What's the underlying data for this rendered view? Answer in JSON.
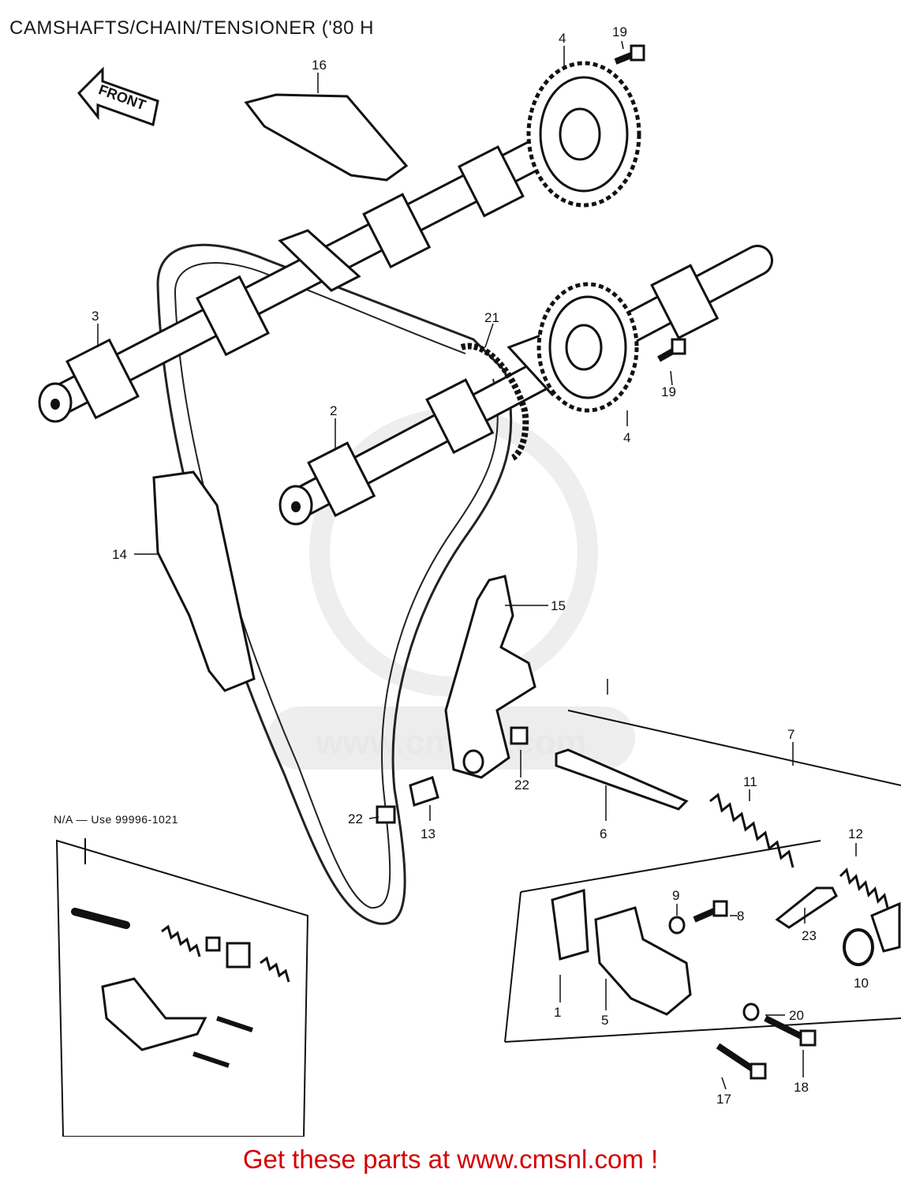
{
  "title": "CAMSHAFTS/CHAIN/TENSIONER ('80 H",
  "front_arrow_label": "FRONT",
  "na_note": "N/A — Use 99996-1021",
  "watermark": "www.cmsnl.com",
  "footer": "Get these parts at www.cmsnl.com !",
  "callouts": {
    "c1": "1",
    "c2": "2",
    "c3": "3",
    "c4a": "4",
    "c4b": "4",
    "c5": "5",
    "c6": "6",
    "c7": "7",
    "c8": "8",
    "c9": "9",
    "c10": "10",
    "c11": "11",
    "c12": "12",
    "c13": "13",
    "c14": "14",
    "c15": "15",
    "c16": "16",
    "c17": "17",
    "c18": "18",
    "c19a": "19",
    "c19b": "19",
    "c20": "20",
    "c21": "21",
    "c22a": "22",
    "c22b": "22",
    "c23": "23"
  }
}
